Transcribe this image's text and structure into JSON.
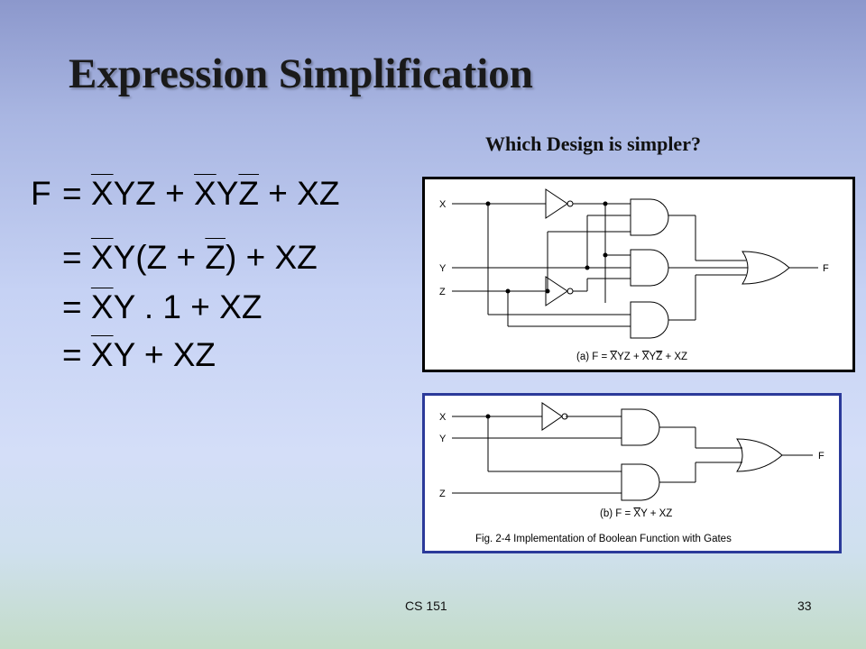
{
  "slide": {
    "title": "Expression Simplification",
    "question": "Which Design is simpler?",
    "footer_course": "CS 151",
    "footer_page": "33"
  },
  "equation": {
    "lhs": "F",
    "line1": [
      "= ",
      "X",
      "YZ + ",
      "X",
      "Y",
      "Z",
      " + XZ"
    ],
    "line2": [
      "= ",
      "X",
      "Y(Z + ",
      "Z",
      ") + XZ"
    ],
    "line3": [
      "= ",
      "X",
      "Y . 1 + XZ"
    ],
    "line4": [
      "= ",
      "X",
      "Y + XZ"
    ]
  },
  "circuit_a": {
    "labels": {
      "x": "X",
      "y": "Y",
      "z": "Z",
      "out": "F"
    },
    "caption": "(a)  F = XYZ + XYZ + XZ",
    "caption_parts": [
      "(a)  F = ",
      "X",
      "YZ + ",
      "X",
      "Y",
      "Z",
      " + XZ"
    ]
  },
  "circuit_b": {
    "labels": {
      "x": "X",
      "y": "Y",
      "z": "Z",
      "out": "F"
    },
    "caption_parts": [
      "(b)  F = ",
      "X",
      "Y + XZ"
    ],
    "figure_caption": "Fig. 2-4  Implementation of Boolean Function with Gates"
  }
}
